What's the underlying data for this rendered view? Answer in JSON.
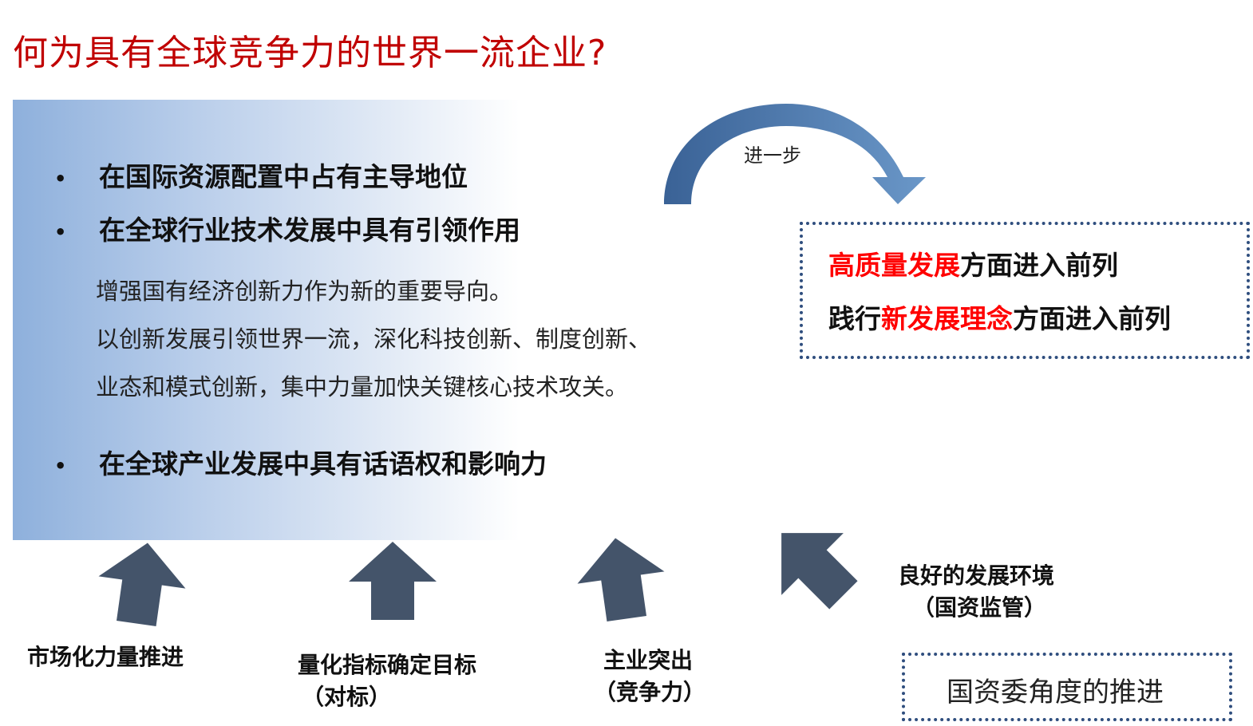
{
  "title": "何为具有全球竞争力的世界一流企业?",
  "panel": {
    "bullets": [
      "在国际资源配置中占有主导地位",
      "在全球行业技术发展中具有引领作用",
      "在全球产业发展中具有话语权和影响力"
    ],
    "bullet_symbol": "•",
    "sub_lines": [
      "增强国有经济创新力作为新的重要导向。",
      "以创新发展引领世界一流，深化科技创新、制度创新、",
      "业态和模式创新，集中力量加快关键核心技术攻关。"
    ]
  },
  "curved_arrow_label": "进一步",
  "goal_box": {
    "line1": {
      "red": "高质量发展",
      "rest": "方面进入前列"
    },
    "line2": {
      "pre": "践行",
      "red": "新发展理念",
      "rest": "方面进入前列"
    }
  },
  "drivers": [
    {
      "line1": "市场化力量推进",
      "line2": ""
    },
    {
      "line1": "量化指标确定目标",
      "line2": "（对标）"
    },
    {
      "line1": "主业突出",
      "line2": "（竞争力）"
    },
    {
      "line1": "良好的发展环境",
      "line2": "（国资监管）"
    }
  ],
  "perspective_box": "国资委角度的推进",
  "colors": {
    "title": "#c00000",
    "arrow": "#44546a",
    "curved_arrow": "#3f6fa4",
    "highlight": "#ff0000",
    "dotted_border": "#2f4e7e"
  }
}
